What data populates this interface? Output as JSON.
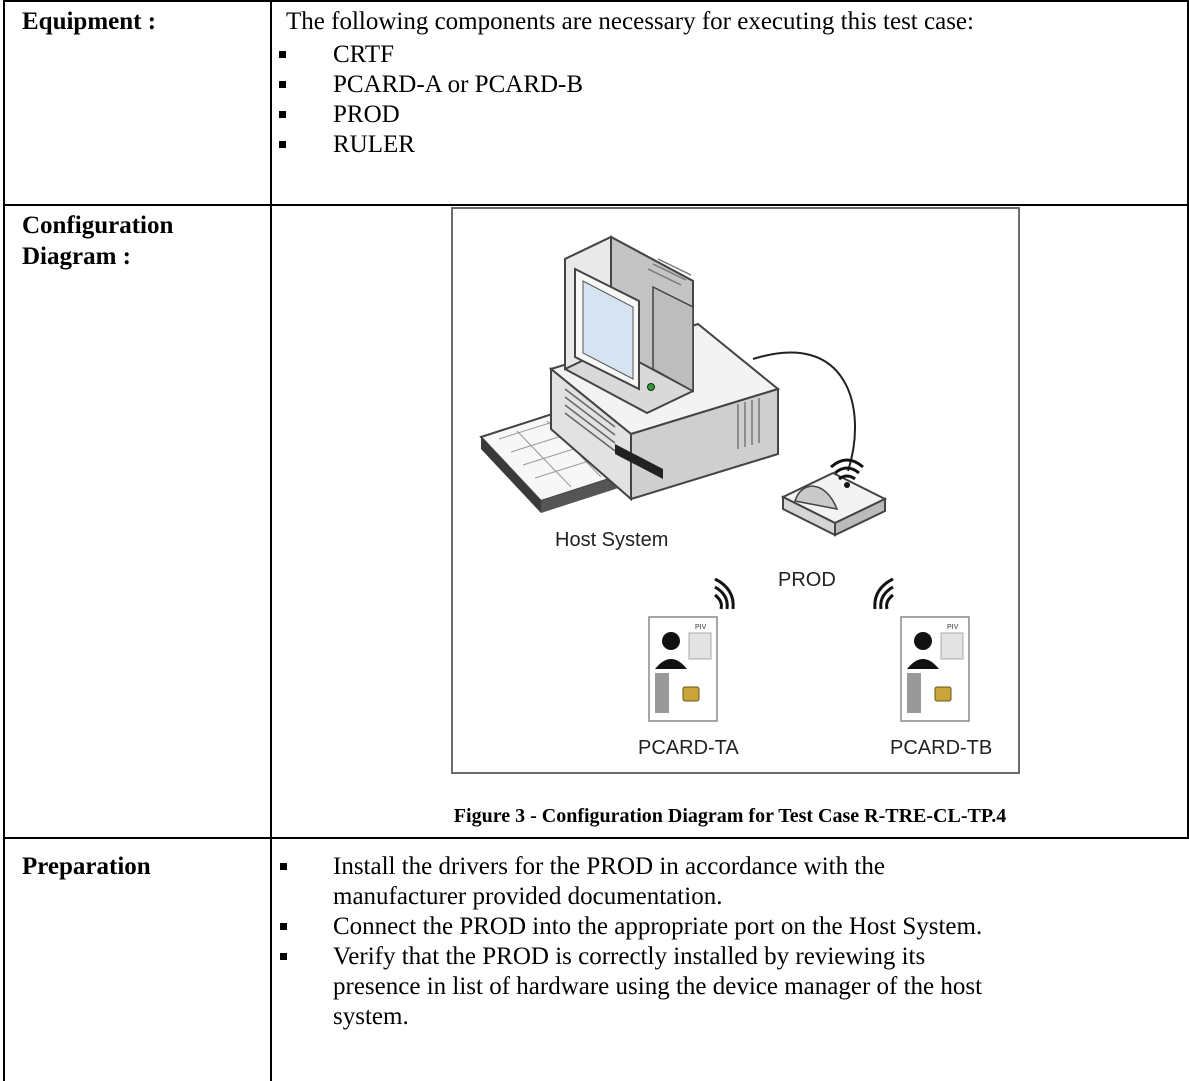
{
  "equipment": {
    "label": "Equipment :",
    "intro": "The following components are necessary for executing this test case:",
    "items": [
      "CRTF",
      "PCARD-A or PCARD-B",
      "PROD",
      "RULER"
    ]
  },
  "configuration": {
    "label_line1": "Configuration",
    "label_line2": "Diagram :",
    "diagram": {
      "host_label": "Host System",
      "prod_label": "PROD",
      "card_a_label": "PCARD-TA",
      "card_b_label": "PCARD-TB",
      "card_text": "PIV"
    },
    "caption": "Figure 3 - Configuration Diagram for Test Case R-TRE-CL-TP.4"
  },
  "preparation": {
    "label": "Preparation",
    "items": [
      [
        "Install the drivers for the PROD in accordance with the",
        "manufacturer provided documentation."
      ],
      [
        "Connect the PROD into the appropriate port on the Host System."
      ],
      [
        "Verify that the PROD is correctly installed by reviewing its",
        "presence in list of hardware using the device manager of the host",
        "system."
      ]
    ]
  }
}
